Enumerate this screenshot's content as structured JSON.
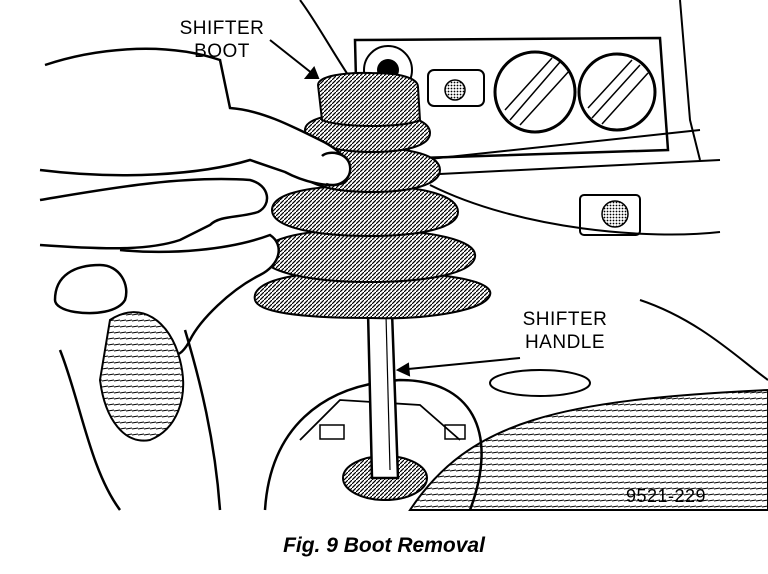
{
  "callouts": {
    "shifter_boot": [
      "SHIFTER",
      "BOOT"
    ],
    "shifter_handle": [
      "SHIFTER",
      "HANDLE"
    ]
  },
  "figure_id": "9521-229",
  "caption": "Fig. 9 Boot Removal"
}
